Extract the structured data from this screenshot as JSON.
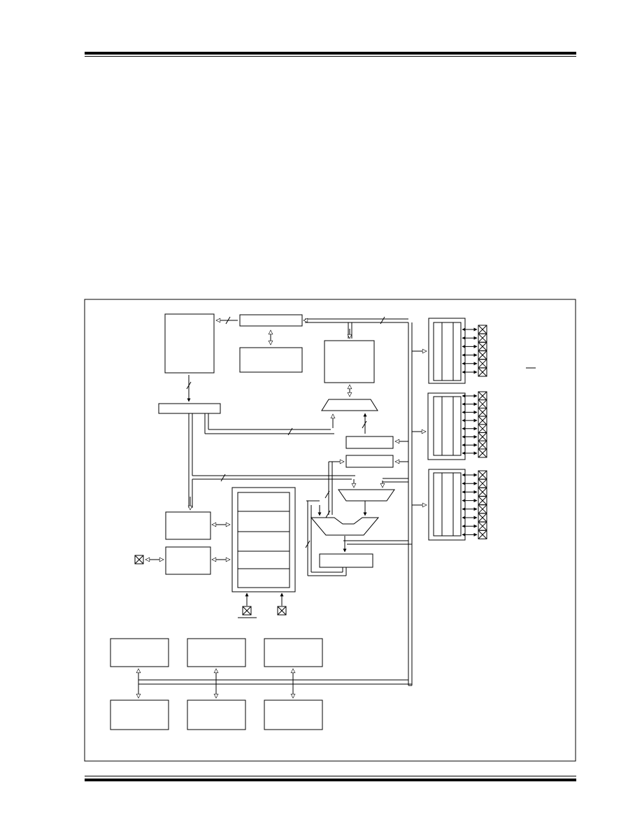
{
  "diagram": {
    "blocks": [
      {
        "id": "block-upper-left-tall",
        "text": ""
      },
      {
        "id": "block-top-bar",
        "text": ""
      },
      {
        "id": "block-under-top-bar",
        "text": ""
      },
      {
        "id": "block-upper-mid-right",
        "text": ""
      },
      {
        "id": "block-wide-bar",
        "text": ""
      },
      {
        "id": "block-small-a",
        "text": ""
      },
      {
        "id": "block-small-b",
        "text": ""
      },
      {
        "id": "block-left-a",
        "text": ""
      },
      {
        "id": "block-left-b",
        "text": ""
      },
      {
        "id": "block-register-file",
        "text": ""
      },
      {
        "id": "block-lower-small",
        "text": ""
      },
      {
        "id": "block-bottom-1",
        "text": ""
      },
      {
        "id": "block-bottom-2",
        "text": ""
      },
      {
        "id": "block-bottom-3",
        "text": ""
      },
      {
        "id": "block-bottom-4",
        "text": ""
      },
      {
        "id": "block-bottom-5",
        "text": ""
      },
      {
        "id": "block-bottom-6",
        "text": ""
      },
      {
        "id": "port-a",
        "text": ""
      },
      {
        "id": "port-b",
        "text": ""
      },
      {
        "id": "port-c",
        "text": ""
      }
    ],
    "colors": {
      "stroke": "#000000",
      "fill": "#ffffff"
    }
  }
}
